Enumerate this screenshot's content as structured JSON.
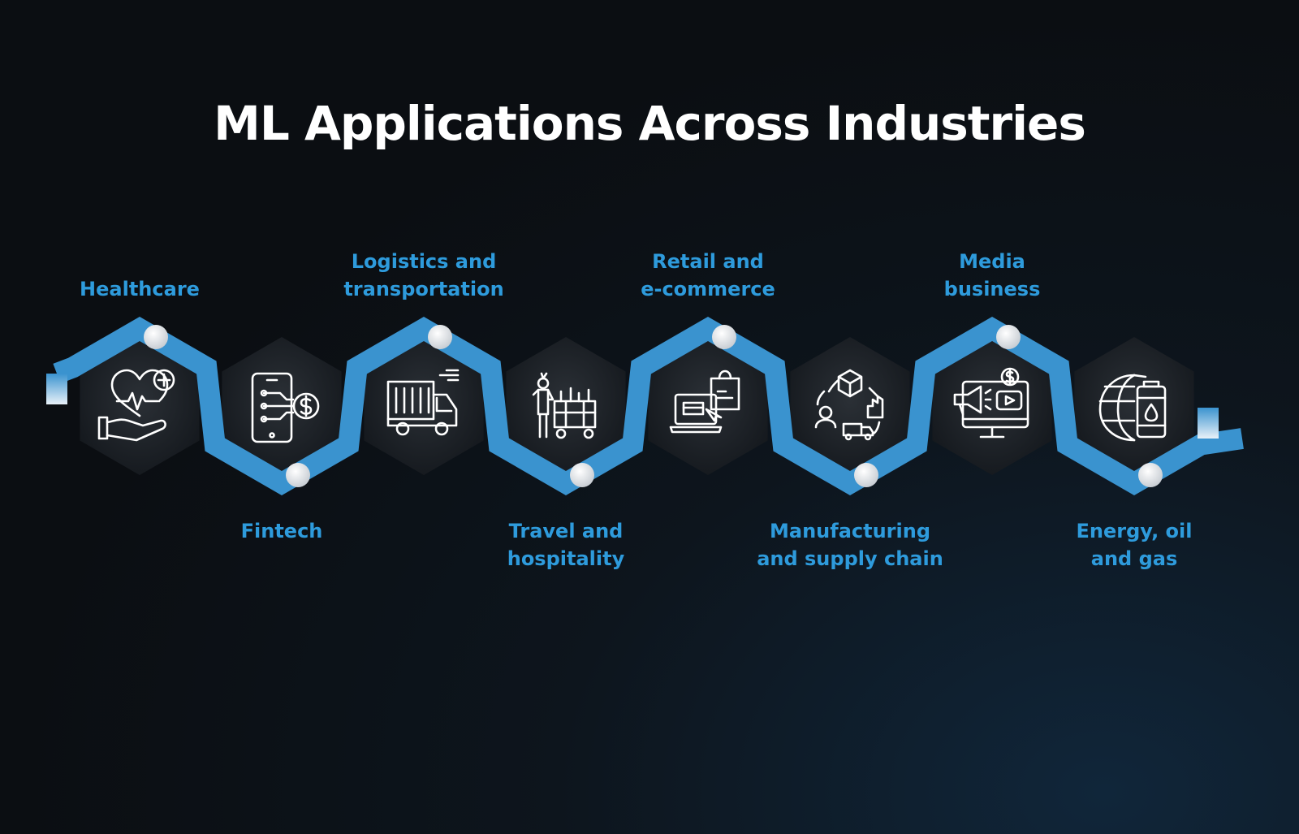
{
  "title": "ML Applications Across Industries",
  "colors": {
    "accent": "#2e9bdc",
    "path": "#3a93cf",
    "background": "#0b0e12",
    "title": "#ffffff"
  },
  "industries": [
    {
      "lines": [
        "Healthcare"
      ],
      "icon": "heart-hand-plus-icon",
      "position": "top"
    },
    {
      "lines": [
        "Fintech"
      ],
      "icon": "circuit-phone-dollar-icon",
      "position": "bottom"
    },
    {
      "lines": [
        "Logistics and",
        "transportation"
      ],
      "icon": "delivery-truck-icon",
      "position": "top"
    },
    {
      "lines": [
        "Travel and",
        "hospitality"
      ],
      "icon": "luggage-cart-icon",
      "position": "bottom"
    },
    {
      "lines": [
        "Retail and",
        "e-commerce"
      ],
      "icon": "shopping-laptop-icon",
      "position": "top"
    },
    {
      "lines": [
        "Manufacturing",
        "and supply chain"
      ],
      "icon": "supply-cycle-icon",
      "position": "bottom"
    },
    {
      "lines": [
        "Media",
        "business"
      ],
      "icon": "media-monitor-icon",
      "position": "top"
    },
    {
      "lines": [
        "Energy, oil",
        "and gas"
      ],
      "icon": "globe-oil-barrel-icon",
      "position": "bottom"
    }
  ]
}
